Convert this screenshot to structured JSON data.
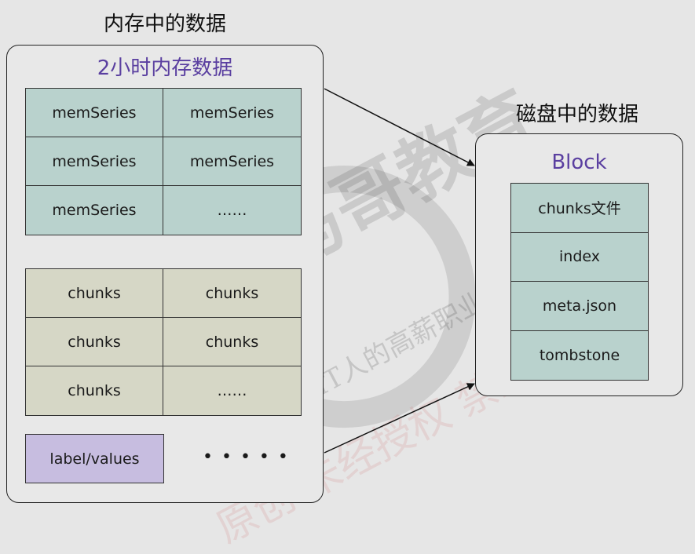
{
  "memory": {
    "title": "内存中的数据",
    "subtitle": "2小时内存数据",
    "mem_series": [
      [
        "memSeries",
        "memSeries"
      ],
      [
        "memSeries",
        "memSeries"
      ],
      [
        "memSeries",
        "……"
      ]
    ],
    "chunks": [
      [
        "chunks",
        "chunks"
      ],
      [
        "chunks",
        "chunks"
      ],
      [
        "chunks",
        "……"
      ]
    ],
    "label_values": "label/values",
    "more": "• • • • •"
  },
  "disk": {
    "title": "磁盘中的数据",
    "subtitle": "Block",
    "items": [
      "chunks文件",
      "index",
      "meta.json",
      "tombstone"
    ]
  },
  "watermark": {
    "brand": "马哥教育",
    "slogan": "IT人的高薪职业学院",
    "notice": "原创 未经授权 禁止盗"
  }
}
